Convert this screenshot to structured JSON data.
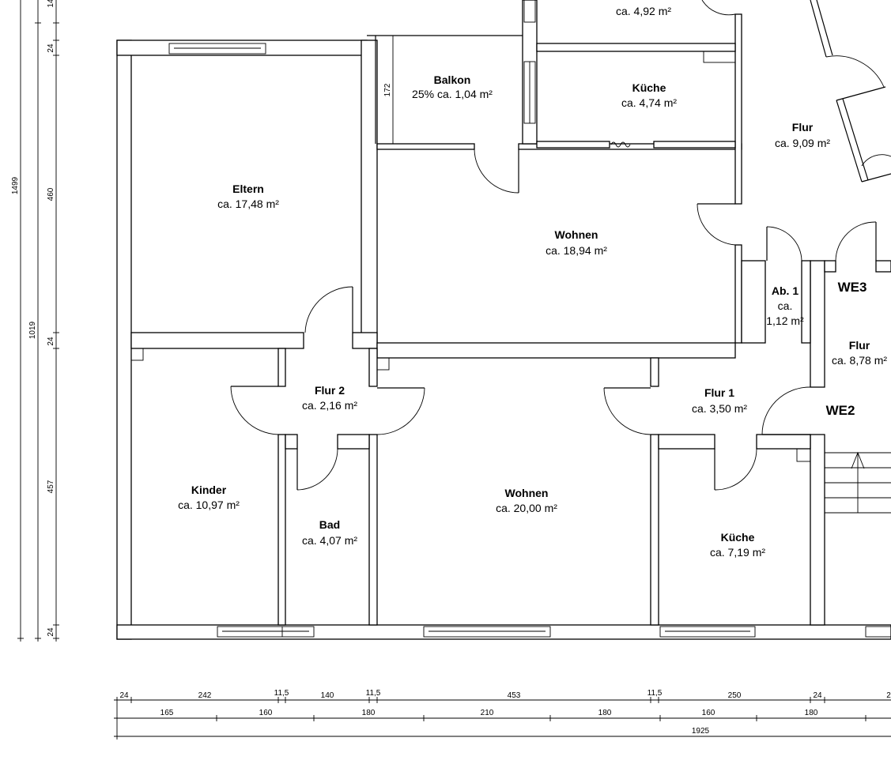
{
  "rooms": {
    "top_room": {
      "name": "",
      "area": "ca. 4,92 m²"
    },
    "balkon": {
      "name": "Balkon",
      "area": "25% ca. 1,04 m²"
    },
    "kueche_top": {
      "name": "Küche",
      "area": "ca. 4,74 m²"
    },
    "flur_top": {
      "name": "Flur",
      "area": "ca. 9,09 m²"
    },
    "eltern": {
      "name": "Eltern",
      "area": "ca. 17,48 m²"
    },
    "wohnen_top": {
      "name": "Wohnen",
      "area": "ca. 18,94 m²"
    },
    "ab1": {
      "name": "Ab. 1",
      "line2": "ca.",
      "area": "1,12 m²"
    },
    "flur_we3": {
      "name": "Flur",
      "area": "ca. 8,78 m²"
    },
    "flur2": {
      "name": "Flur 2",
      "area": "ca. 2,16 m²"
    },
    "flur1": {
      "name": "Flur 1",
      "area": "ca. 3,50 m²"
    },
    "kinder": {
      "name": "Kinder",
      "area": "ca. 10,97 m²"
    },
    "bad": {
      "name": "Bad",
      "area": "ca. 4,07 m²"
    },
    "wohnen_bottom": {
      "name": "Wohnen",
      "area": "ca. 20,00 m²"
    },
    "kueche_bottom": {
      "name": "Küche",
      "area": "ca. 7,19 m²"
    }
  },
  "units": {
    "we3": "WE3",
    "we2": "WE2"
  },
  "dimensions": {
    "vertical_total": "1499",
    "vertical_mid": "1019",
    "vertical_segments": [
      "14",
      "24",
      "460",
      "24",
      "457",
      "24"
    ],
    "balkon_height": "172",
    "horizontal_row1": [
      "24",
      "242",
      "11,5",
      "140",
      "11,5",
      "453",
      "11,5",
      "250",
      "24",
      "2"
    ],
    "horizontal_row2": [
      "165",
      "160",
      "180",
      "210",
      "180",
      "160",
      "180"
    ],
    "horizontal_total": "1925"
  }
}
